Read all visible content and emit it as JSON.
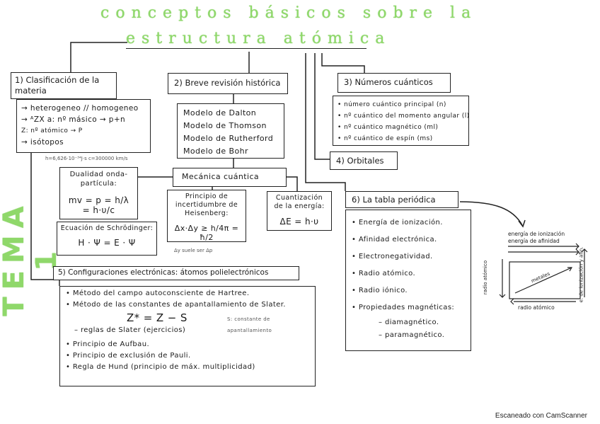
{
  "title": {
    "line1": "conceptos básicos sobre la",
    "line2": "estructura atómica"
  },
  "side_title": "TEMA 1",
  "section1": {
    "header": "1) Clasificación de la materia",
    "items": [
      "→ heterogeneo // homogeneo",
      "→ ᴬZX   a: nº másico → p+n",
      "      Z: nº atómico → P",
      "→ isótopos"
    ],
    "constants": "h=6,626·10⁻³⁴J·s   c=300000 km/s"
  },
  "section2": {
    "header": "2) Breve revisión histórica",
    "models": [
      "Modelo de Dalton",
      "Modelo de Thomson",
      "Modelo de Rutherford",
      "Modelo de Bohr"
    ],
    "quantum": "Mecánica cuántica"
  },
  "duality": {
    "label": "Dualidad onda-partícula:",
    "formula": "mv = p = h/λ = h·υ/c"
  },
  "heisenberg": {
    "label": "Principio de incertidumbre de Heisenberg:",
    "formula": "Δx·Δy ≥ h/4π = ħ/2",
    "note": "Δy suele ser Δp"
  },
  "energy": {
    "label": "Cuantización de la energía:",
    "formula": "ΔE = h·υ"
  },
  "schrodinger": {
    "label": "Ecuación de Schrödinger:",
    "formula": "H · Ψ = E · Ψ"
  },
  "section3": {
    "header": "3) Números cuánticos",
    "items": [
      "• número cuántico principal (n)",
      "• nº cuántico del momento angular (l)",
      "• nº cuántico magnético (ml)",
      "• nº cuántico de espín (ms)"
    ]
  },
  "section4": {
    "header": "4) Orbitales"
  },
  "section5": {
    "header": "5) Configuraciones electrónicas: átomos polielectrónicos",
    "items": [
      "• Método del campo autoconsciente de Hartree.",
      "• Método de las constantes de apantallamiento de Slater."
    ],
    "formula": "Z* = Z − S",
    "formula_note": "S: constante de apantallamiento",
    "slater": "– reglas de Slater (ejercicios)",
    "items2": [
      "• Principio de Aufbau.",
      "• Principio de exclusión de Pauli.",
      "• Regla de Hund (principio de máx. multiplicidad)"
    ]
  },
  "section6": {
    "header": "6) La tabla periódica",
    "items": [
      "• Energía de ionización.",
      "• Afinidad electrónica.",
      "• Electronegatividad.",
      "• Radio atómico.",
      "• Radio iónico.",
      "• Propiedades magnéticas:"
    ],
    "sub": [
      "– diamagnético.",
      "– paramagnético."
    ]
  },
  "trend": {
    "top1": "energía de ionización",
    "top2": "energía de afinidad",
    "right": "e. de ionización y afin.",
    "left": "radio atómico",
    "diag": "metales",
    "bottom": "radio atómico"
  },
  "footer": "Escaneado con CamScanner"
}
